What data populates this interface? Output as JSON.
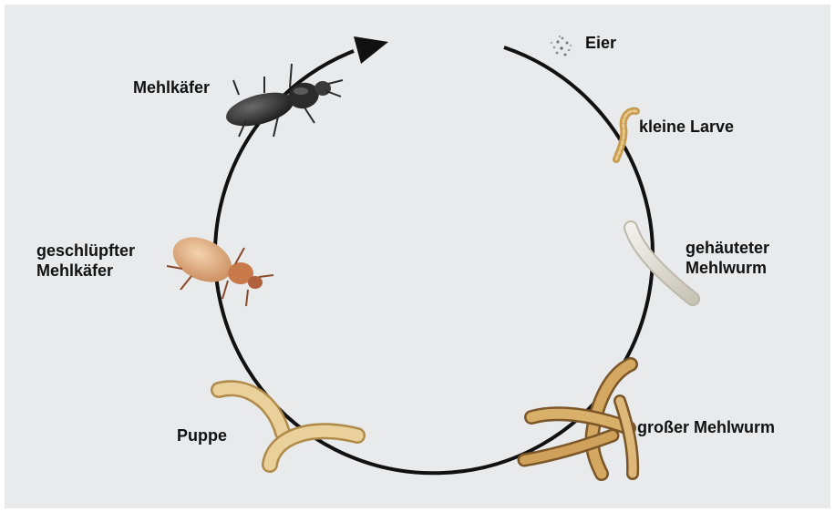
{
  "diagram": {
    "stages": [
      {
        "id": "eggs",
        "label": "Eier",
        "icon": "eggs-icon"
      },
      {
        "id": "small-larva",
        "label": "kleine Larve",
        "icon": "small-larva-icon"
      },
      {
        "id": "molted-mealworm",
        "label": "gehäuteter\nMehlwurm",
        "icon": "molted-mealworm-icon"
      },
      {
        "id": "large-mealworm",
        "label": "großer Mehlwurm",
        "icon": "large-mealworms-icon"
      },
      {
        "id": "pupa",
        "label": "Puppe",
        "icon": "pupa-icon"
      },
      {
        "id": "hatched-beetle",
        "label": "geschlüpfter\nMehlkäfer",
        "icon": "hatched-beetle-icon"
      },
      {
        "id": "beetle",
        "label": "Mehlkäfer",
        "icon": "beetle-icon"
      }
    ],
    "colors": {
      "background": "#e8eaec",
      "cycle_line": "#111111",
      "larva": "#d6b06a",
      "beetle": "#2a2a2a",
      "hatched_beetle": "#d9a57a"
    }
  }
}
